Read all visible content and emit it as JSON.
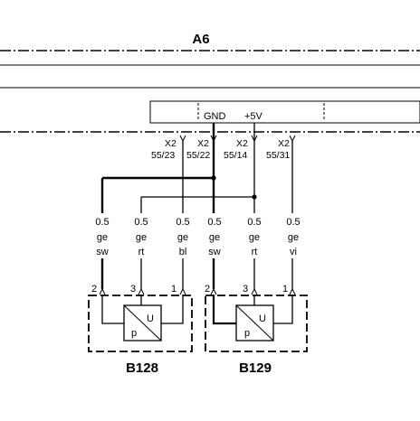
{
  "module": {
    "title": "A6",
    "gnd_label": "GND",
    "supply_label": "+5V"
  },
  "connectors": [
    {
      "name": "X2",
      "pin": "55/23"
    },
    {
      "name": "X2",
      "pin": "55/22"
    },
    {
      "name": "X2",
      "pin": "55/14"
    },
    {
      "name": "X2",
      "pin": "55/31"
    }
  ],
  "wires": [
    {
      "size": "0.5",
      "color1": "ge",
      "color2": "sw"
    },
    {
      "size": "0.5",
      "color1": "ge",
      "color2": "rt"
    },
    {
      "size": "0.5",
      "color1": "ge",
      "color2": "bl"
    },
    {
      "size": "0.5",
      "color1": "ge",
      "color2": "sw"
    },
    {
      "size": "0.5",
      "color1": "ge",
      "color2": "rt"
    },
    {
      "size": "0.5",
      "color1": "ge",
      "color2": "vi"
    }
  ],
  "sensors": [
    {
      "name": "B128",
      "pins": [
        "2",
        "3",
        "1"
      ],
      "symbol_p": "p",
      "symbol_u": "U"
    },
    {
      "name": "B129",
      "pins": [
        "2",
        "3",
        "1"
      ],
      "symbol_p": "p",
      "symbol_u": "U"
    }
  ]
}
